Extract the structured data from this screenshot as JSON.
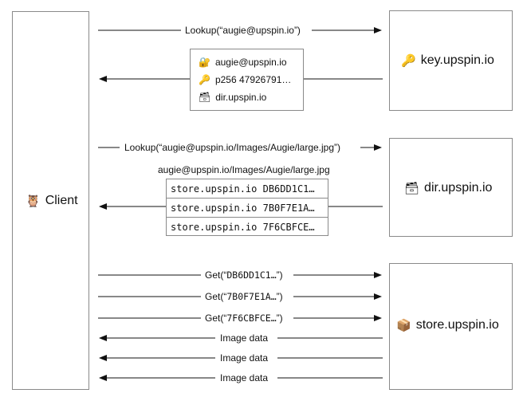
{
  "client": {
    "label": "Client",
    "icon": "owl-icon"
  },
  "key_server": {
    "label": "key.upspin.io",
    "icon": "key-icon"
  },
  "dir_server": {
    "label": "dir.upspin.io",
    "icon": "directory-drawer-icon"
  },
  "store_server": {
    "label": "store.upspin.io",
    "icon": "package-icon"
  },
  "key_lookup": {
    "request": "Lookup(“augie@upspin.io”)",
    "response": [
      {
        "icon": "user-key-icon",
        "text": "augie@upspin.io"
      },
      {
        "icon": "key-icon",
        "text": "p256 47926791…"
      },
      {
        "icon": "directory-drawer-icon",
        "text": "dir.upspin.io"
      }
    ]
  },
  "dir_lookup": {
    "request": "Lookup(“augie@upspin.io/Images/Augie/large.jpg”)",
    "path": "augie@upspin.io/Images/Augie/large.jpg",
    "blocks": [
      "store.upspin.io DB6DD1C1…",
      "store.upspin.io 7B0F7E1A…",
      "store.upspin.io 7F6CBFCE…"
    ]
  },
  "store_gets": {
    "prefix": "Get(“",
    "suffix": "”)",
    "refs": [
      "DB6DD1C1…",
      "7B0F7E1A…",
      "7F6CBFCE…"
    ],
    "response_label": "Image data"
  }
}
